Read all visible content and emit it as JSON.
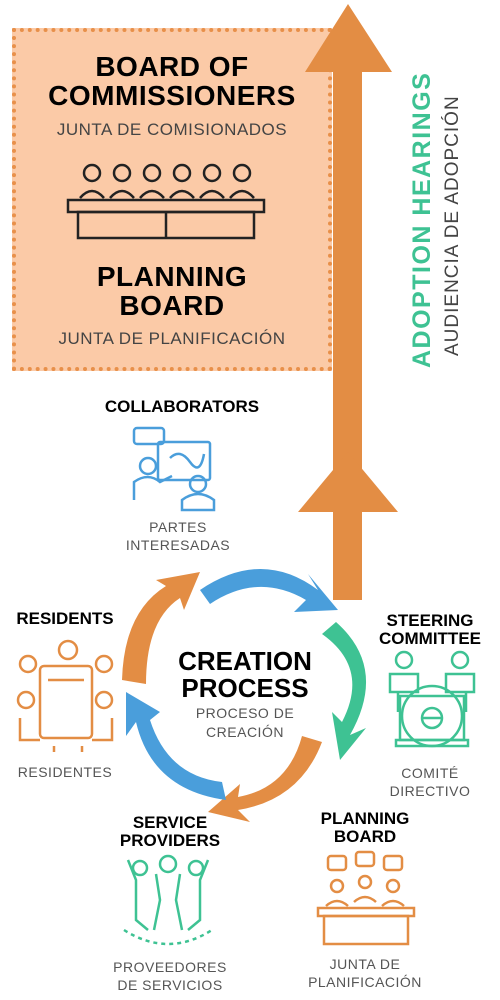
{
  "top_box": {
    "title_line1": "BOARD OF",
    "title_line2": "COMMISSIONERS",
    "subtitle1": "JUNTA DE COMISIONADOS",
    "title2_line1": "PLANNING",
    "title2_line2": "BOARD",
    "subtitle2": "JUNTA DE PLANIFICACIÓN"
  },
  "adoption": {
    "title": "ADOPTION HEARINGS",
    "subtitle": "AUDIENCIA DE ADOPCIÓN"
  },
  "center": {
    "title_line1": "CREATION",
    "title_line2": "PROCESS",
    "subtitle_line1": "PROCESO DE",
    "subtitle_line2": "CREACIÓN"
  },
  "nodes": {
    "collaborators": {
      "label": "COLLABORATORS",
      "sub_line1": "PARTES",
      "sub_line2": "INTERESADAS"
    },
    "residents": {
      "label": "RESIDENTS",
      "sub": "RESIDENTES"
    },
    "steering": {
      "label_line1": "STEERING",
      "label_line2": "COMMITTEE",
      "sub_line1": "COMITÉ",
      "sub_line2": "DIRECTIVO"
    },
    "service": {
      "label_line1": "SERVICE",
      "label_line2": "PROVIDERS",
      "sub_line1": "PROVEEDORES",
      "sub_line2": "DE SERVICIOS"
    },
    "planning": {
      "label_line1": "PLANNING",
      "label_line2": "BOARD",
      "sub_line1": "JUNTA DE",
      "sub_line2": "PLANIFICACIÓN"
    }
  },
  "colors": {
    "orange": "#e38d44",
    "blue": "#4a9edb",
    "green": "#3ec293",
    "peach": "#fbcaa7"
  }
}
